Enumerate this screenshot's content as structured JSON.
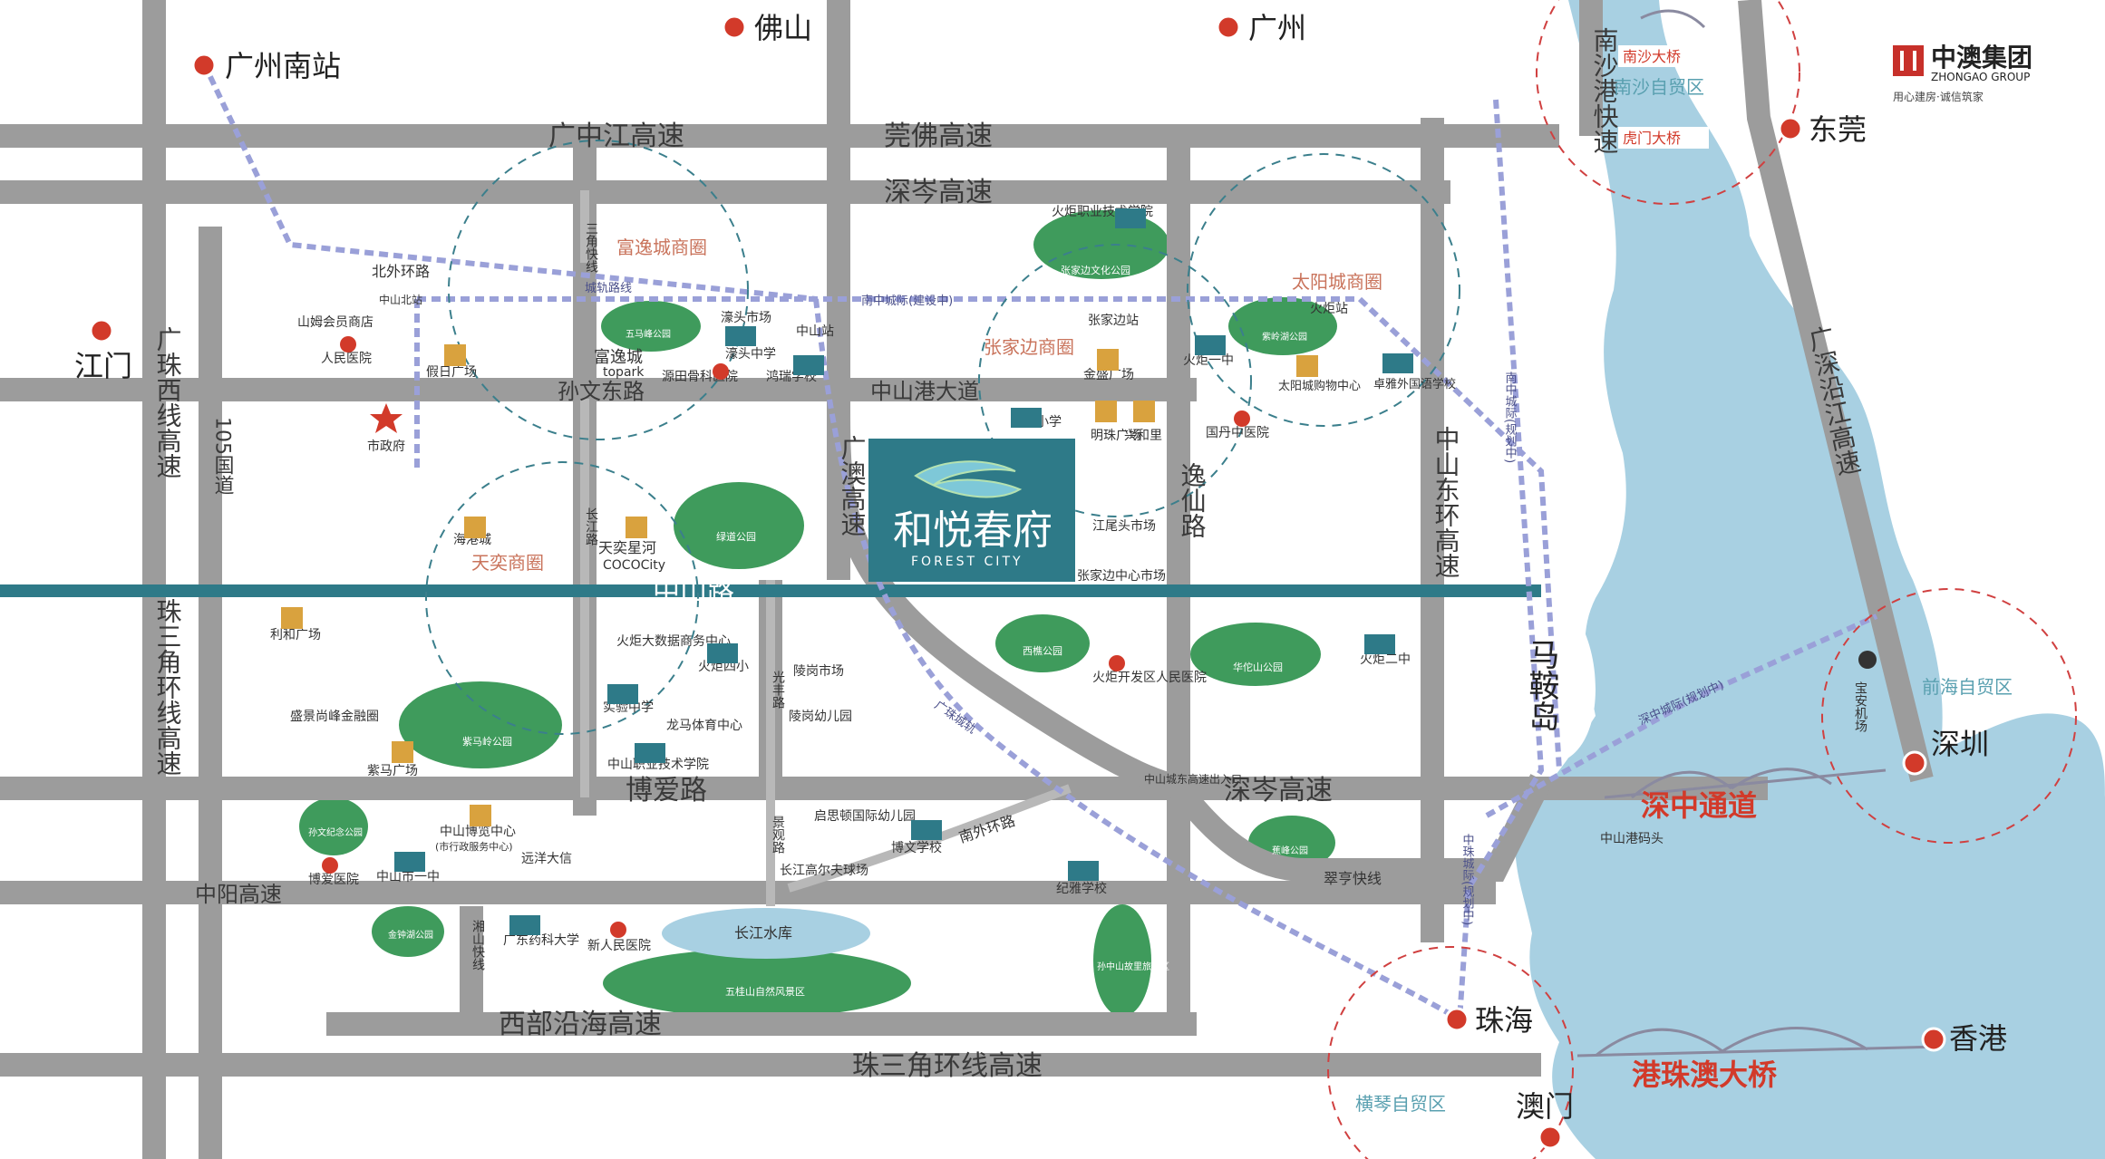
{
  "project": {
    "name_cn": "和悦春府",
    "name_en": "FOREST CITY"
  },
  "logo": {
    "brand": "中澳集团",
    "brand_en": "ZHONGAO GROUP",
    "slogan": "用心建房·诚信筑家"
  },
  "cities": {
    "guangzhou_south": "广州南站",
    "foshan": "佛山",
    "guangzhou": "广州",
    "dongguan": "东莞",
    "jiangmen": "江门",
    "shenzhen": "深圳",
    "zhuhai": "珠海",
    "hongkong": "香港",
    "macau": "澳门",
    "madao": "马鞍岛"
  },
  "roads": {
    "guangzhongjiang": "广中江高速",
    "guanfo": "莞佛高速",
    "shencen_top": "深岑高速",
    "beiwaihuan": "北外环路",
    "chengguiluxian": "城轨路线",
    "nanzhongchengji": "南中城际(建设中)",
    "sunwendong": "孙文东路",
    "zhongshangang": "中山港大道",
    "zhongshan": "中山路",
    "boai": "博爱路",
    "shencen_bottom": "深岑高速",
    "zhongyang": "中阳高速",
    "xibuyanhai": "西部沿海高速",
    "zhusanjiao_bottom": "珠三角环线高速",
    "zhuxixian": "广珠西线高速",
    "guodao105": "105国道",
    "zhusanjiao_left": "珠三角环线高速",
    "sanjiaokuaixian": "三角快线",
    "changjiang": "长江路",
    "guangaoo": "广澳高速",
    "yixian": "逸仙路",
    "zhongshandonghuan": "中山东环高速",
    "nanshagang": "南沙港快速",
    "guangshenyanjiang": "广深沿江高速",
    "nanzhongchengji2": "南中城际(规划中)",
    "shenzhongchengji": "深中城际(规划中)",
    "zhongzhuchengji": "中珠城际(规划中)",
    "guangfeng": "光丰路",
    "jingguan": "景观路",
    "nanwaihuan": "南外环路",
    "cuiheng": "翠亨快线",
    "xiangshan": "湘山快线",
    "zhongshan_east_exit": "中山城东高速出入口",
    "guangzhugui": "广珠城轨"
  },
  "districts": {
    "fuyi": "富逸城商圈",
    "zhangjiabian": "张家边商圈",
    "taiyangcheng": "太阳城商圈",
    "tianyi": "天奕商圈"
  },
  "zones": {
    "nansha": "南沙自贸区",
    "qianhai": "前海自贸区",
    "hengqin": "横琴自贸区"
  },
  "bridges": {
    "nansha_bridge": "南沙大桥",
    "humen_bridge": "虎门大桥",
    "shenzhong": "深中通道",
    "gangzhuao": "港珠澳大桥"
  },
  "pois": {
    "shanmu": "山姆会员商店",
    "zhongshanbei": "中山北站",
    "renmin_hospital": "人民医院",
    "jiari": "假日广场",
    "shizhengfu": "市政府",
    "fuyicheng": "富逸城",
    "fuyicheng_en": "topark",
    "haotou_market": "濠头市场",
    "haotou_school": "濠头中学",
    "hongrui": "鸿瑞学校",
    "yuantian": "源田骨科医院",
    "zhongshan_station": "中山站",
    "huoju_college": "火炬职业技术学院",
    "zhangjiabian_park": "张家边文化公园",
    "zhangjiabian_station": "张家边站",
    "jinsheng": "金盛广场",
    "huoju1": "火炬一中",
    "huoju_station": "火炬站",
    "taiyangcheng_mall": "太阳城购物中心",
    "zhuoya": "卓雅外国语学校",
    "guodan": "国丹中医院",
    "xinmiao": "新苗小学",
    "mingzhu": "明珠广场",
    "xinghe": "兴和里",
    "jiangweitou": "江尾头市场",
    "zhangjiabian_center": "张家边中心市场",
    "haigang": "海港城",
    "tianyi_xinghe": "天奕星河",
    "cococity": "COCOCity",
    "lvdao_park": "绿道公园",
    "lihe": "利和广场",
    "huoju_bigdata": "火炬大数据商务中心",
    "huoju4": "火炬四小",
    "shiyan": "实验中学",
    "longma": "龙马体育中心",
    "linggang_market": "陵岗市场",
    "linggang_kg": "陵岗幼儿园",
    "zhongshan_tech": "中山职业技术学院",
    "shengjing": "盛景尚峰金融圈",
    "zima_park": "紫马岭公园",
    "zima_square": "紫马广场",
    "xicheng_park": "西樵公园",
    "huoju_hospital": "火炬开发区人民医院",
    "huatuoshan": "华佗山公园",
    "huoju2": "火炬二中",
    "zhongshan_museum": "中山博览中心",
    "museum_sub": "(市行政服务中心)",
    "yuanyang": "远洋大信",
    "sunwen_park": "孙文纪念公园",
    "boai_hospital": "博爱医院",
    "zhongshan1": "中山市一中",
    "qisi_kg": "启思顿国际幼儿园",
    "bowen": "博文学校",
    "changjiang_golf": "长江高尔夫球场",
    "jiya": "纪雅学校",
    "jinzhonghu": "金钟湖公园",
    "guangdong_pharma": "广东药科大学",
    "xinrenmin": "新人民医院",
    "changjiang_reservoir": "长江水库",
    "wuguishan": "五桂山自然风景区",
    "sunzhongshan_park": "孙中山故里旅游区",
    "zhongshangang_port": "中山港码头",
    "baoan_airport": "宝安机场",
    "wuma_park": "五马峰公园",
    "qiyan_park": "紫岭湖公园",
    "qiaoshan": "蕉峰公园"
  }
}
